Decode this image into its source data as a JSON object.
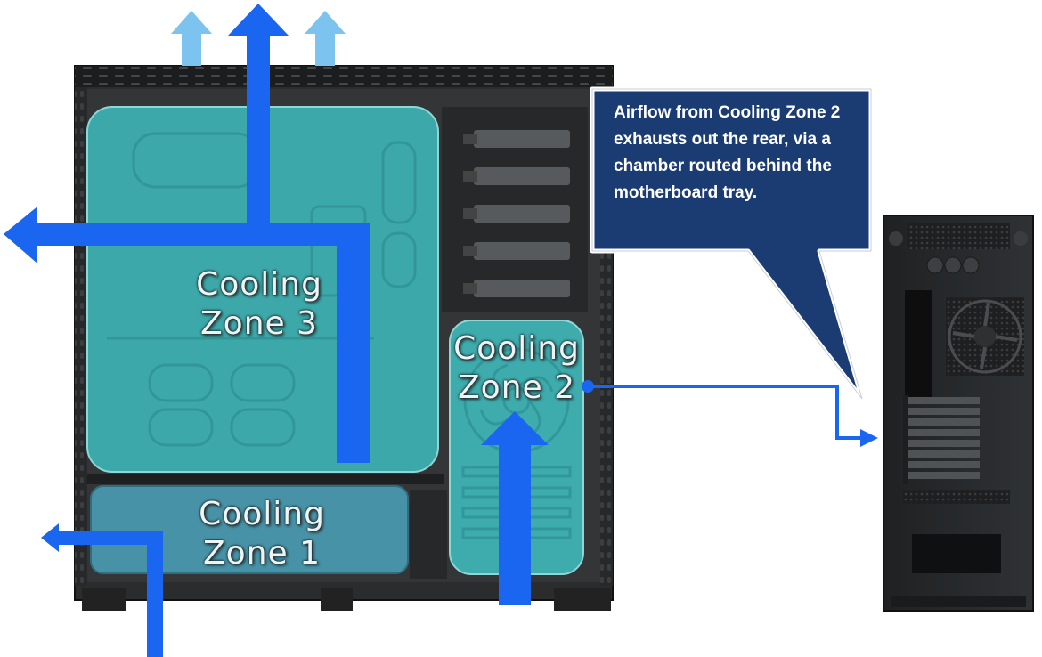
{
  "zones": {
    "zone3": "Cooling\nZone 3",
    "zone2": "Cooling\nZone 2",
    "zone1": "Cooling\nZone 1"
  },
  "callout": {
    "text": "Airflow from Cooling Zone 2 exhausts out the rear, via a chamber routed behind the motherboard tray."
  },
  "colors": {
    "arrow_blue": "#1a66f0",
    "arrow_light": "#7cc3f0",
    "zone_teal": "#3fb8ba",
    "zone1_teal": "#4a98ad",
    "callout_bg": "#1b3b73",
    "chassis": "#2a2c2e"
  }
}
